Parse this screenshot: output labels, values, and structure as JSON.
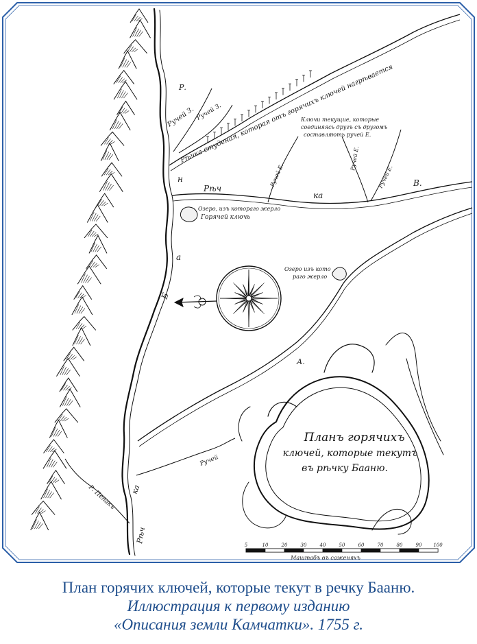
{
  "map": {
    "labels": {
      "river_top": "Р.",
      "ruchey_z_left": "Ручей З.",
      "ruchey_z_right": "Ручей З.",
      "studenaya": "Рѣчка студеная, которая отъ горячихъ ключей нагрѣвается",
      "keys_note_1": "Ключи текущие, которые",
      "keys_note_2": "соединяясь другъ съ другомъ",
      "keys_note_3": "составляють ручей Е.",
      "ruchey_e1": "Ручей Е.",
      "ruchey_e2": "Ручей Е.",
      "ruchey_e3": "Ручей Е.",
      "rech": "Рѣч",
      "ka": "ка",
      "b_letter": "В.",
      "lake1_1": "Озеро, изъ котораго жерло",
      "lake1_2": "Горячей ключь",
      "lake2_1": "Озеро изъ кото",
      "lake2_2": "раго жерло",
      "letter_a": "А.",
      "ruchey_lower": "Ручей",
      "pepak": "Р. Пепакъ",
      "letter_n": "н",
      "letter_a2": "а",
      "letter_b": "Б",
      "letter_ka": "ка",
      "letter_rech": "Рѣч"
    },
    "cartouche": {
      "line1": "Планъ горячихъ",
      "line2": "ключей, которые текутъ",
      "line3": "въ рѣчку Бааню."
    },
    "scale": {
      "ticks": [
        "5",
        "10",
        "20",
        "30",
        "40",
        "50",
        "60",
        "70",
        "80",
        "90",
        "100"
      ],
      "caption": "Маштабъ въ саженяхъ"
    }
  },
  "caption": {
    "line1": "План горячих ключей, которые текут в речку Бааню.",
    "line2": "Иллюстрация к первому изданию",
    "line3": "«Описания земли Камчатки». 1755 г."
  },
  "style": {
    "frame_color": "#2b5fa8",
    "caption_color": "#1f4e8c"
  }
}
